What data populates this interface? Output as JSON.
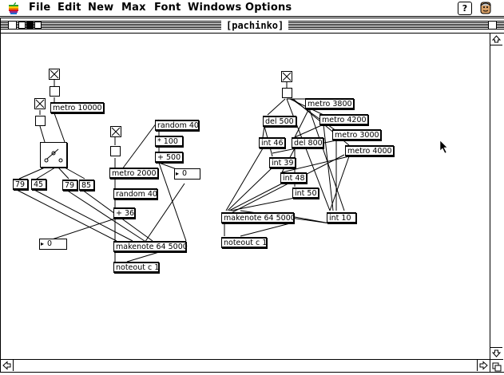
{
  "menubar": {
    "items": [
      "File",
      "Edit",
      "New",
      "Max",
      "Font",
      "Windows",
      "Options"
    ],
    "apple_icon": "apple-icon",
    "help_icon": "help-icon",
    "help_label": "?",
    "app_icon": "finder-face-icon"
  },
  "window": {
    "title": "[pachinko]"
  },
  "patch": {
    "objects": [
      {
        "id": "metro10000",
        "text": "metro 10000"
      },
      {
        "id": "metro2000",
        "text": "metro 2000"
      },
      {
        "id": "random40a",
        "text": "random 40"
      },
      {
        "id": "mul100",
        "text": "* 100"
      },
      {
        "id": "add500",
        "text": "+ 500"
      },
      {
        "id": "random40b",
        "text": "random 40"
      },
      {
        "id": "add36",
        "text": "+ 36"
      },
      {
        "id": "makenoteL",
        "text": "makenote 64 5000"
      },
      {
        "id": "noteoutL",
        "text": "noteout c 1"
      },
      {
        "id": "n79a",
        "text": "79"
      },
      {
        "id": "n45",
        "text": "45"
      },
      {
        "id": "n79b",
        "text": "79"
      },
      {
        "id": "n85",
        "text": "85"
      },
      {
        "id": "metro3800",
        "text": "metro 3800"
      },
      {
        "id": "metro4200",
        "text": "metro 4200"
      },
      {
        "id": "metro3000",
        "text": "metro 3000"
      },
      {
        "id": "metro4000",
        "text": "metro 4000"
      },
      {
        "id": "del500",
        "text": "del 500"
      },
      {
        "id": "del800",
        "text": "del 800"
      },
      {
        "id": "int46",
        "text": "int 46"
      },
      {
        "id": "int39",
        "text": "int 39"
      },
      {
        "id": "int48",
        "text": "int 48"
      },
      {
        "id": "int50",
        "text": "int 50"
      },
      {
        "id": "int10",
        "text": "int 10"
      },
      {
        "id": "makenoteR",
        "text": "makenote 64 5000"
      },
      {
        "id": "noteoutR",
        "text": "noteout c 1"
      }
    ],
    "number_boxes": [
      {
        "id": "num0a",
        "value": "0"
      },
      {
        "id": "num0b",
        "value": "0"
      }
    ]
  }
}
